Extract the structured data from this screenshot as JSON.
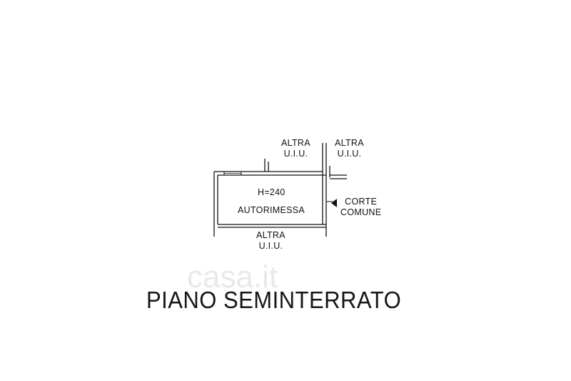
{
  "plan": {
    "labels": {
      "altra_1": {
        "line1": "ALTRA",
        "line2": "U.I.U."
      },
      "altra_2": {
        "line1": "ALTRA",
        "line2": "U.I.U."
      },
      "altra_3": {
        "line1": "ALTRA",
        "line2": "U.I.U."
      },
      "height": "H=240",
      "room": "AUTORIMESSA",
      "corte": {
        "line1": "CORTE",
        "line2": "COMUNE"
      }
    },
    "floor_title": "PIANO SEMINTERRATO",
    "watermark": "casa.it"
  },
  "colors": {
    "line": "#111111",
    "background": "#ffffff",
    "watermark": "#e9e9e9"
  }
}
